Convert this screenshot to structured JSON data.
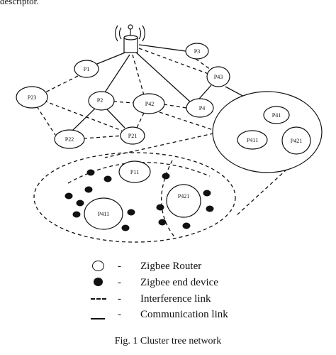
{
  "top_text": "descriptor.",
  "diagram": {
    "nodes": {
      "p1": "P1",
      "p2": "P2",
      "p3": "P3",
      "p4": "P4",
      "p21": "P21",
      "p22": "P22",
      "p23": "P23",
      "p41": "P41",
      "p42": "P42",
      "p43": "P43",
      "p411": "P411",
      "p421": "P421",
      "z_p11": "P11",
      "z_p411": "P411",
      "z_p421": "P421"
    }
  },
  "legend": {
    "router": {
      "dash": "-",
      "label": "Zigbee Router"
    },
    "end_device": {
      "dash": "-",
      "label": "Zigbee end device"
    },
    "interference": {
      "dash": "-",
      "label": "Interference link"
    },
    "communication": {
      "dash": "-",
      "label": "Communication link"
    }
  },
  "caption": "Fig. 1 Cluster tree network"
}
